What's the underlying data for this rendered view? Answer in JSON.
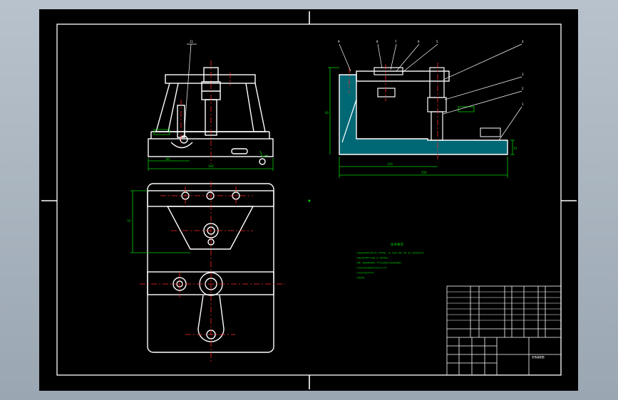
{
  "colors": {
    "background": "#000000",
    "frame": "#ffffff",
    "centerline": "#ff2a2a",
    "dimension": "#00d000",
    "hatch": "#00bcd4",
    "annotation": "#ffffff",
    "window": "#a7b1bc"
  },
  "balloons": [
    {
      "id": "balloon-front-top",
      "label": "11"
    },
    {
      "id": "balloon-side-1",
      "label": "9"
    },
    {
      "id": "balloon-side-2",
      "label": "8"
    },
    {
      "id": "balloon-side-3",
      "label": "7"
    },
    {
      "id": "balloon-side-4",
      "label": "6"
    },
    {
      "id": "balloon-side-5",
      "label": "5"
    },
    {
      "id": "balloon-side-6",
      "label": "4"
    },
    {
      "id": "balloon-side-7",
      "label": "3"
    },
    {
      "id": "balloon-side-8",
      "label": "2"
    },
    {
      "id": "balloon-side-9",
      "label": "1"
    }
  ],
  "dimensions": {
    "front_width": "160",
    "front_inner": "80",
    "side_width": "200",
    "side_inner": "120",
    "side_height": "60",
    "side_base": "10",
    "top_height": "70"
  },
  "tech_requirements": {
    "title": "技术要求",
    "lines": [
      "1.装配前所有零件应清洗干净，不得有毛刺、飞边、氧化皮、锈蚀、切屑、油污、着色剂和灰尘等。",
      "2.装配过程中零件不允许磕、碰、划伤和锈蚀。",
      "3.螺钉、螺栓和螺母紧固时，严禁打击或使用不合适的旋具和扳手。",
      "4.夹具定位面与基准面的平行度不大于0.02。",
      "5.定位销与孔配合H7/g6。",
      "6.涂防锈油。"
    ]
  },
  "title_block": {
    "drawing_name": "夹具装配图"
  }
}
